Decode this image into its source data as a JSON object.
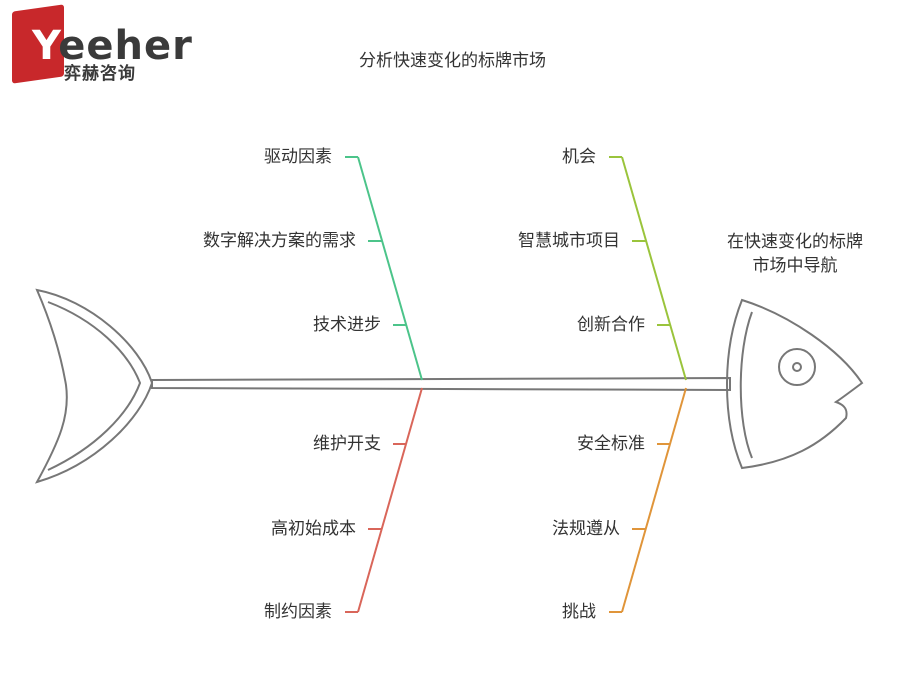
{
  "logo": {
    "wordmark_first": "Y",
    "wordmark_rest": "eeher",
    "subtitle": "弈赫咨询",
    "brand_color": "#c8282b"
  },
  "title": "分析快速变化的标牌市场",
  "head_label_line1": "在快速变化的标牌",
  "head_label_line2": "市场中导航",
  "categories": {
    "drivers": {
      "label": "驱动因素",
      "color": "#4cc48a",
      "items": [
        "数字解决方案的需求",
        "技术进步"
      ]
    },
    "opportunities": {
      "label": "机会",
      "color": "#9ac43c",
      "items": [
        "智慧城市项目",
        "创新合作"
      ]
    },
    "constraints": {
      "label": "制约因素",
      "color": "#d9665a",
      "items": [
        "维护开支",
        "高初始成本"
      ]
    },
    "challenges": {
      "label": "挑战",
      "color": "#e0953a",
      "items": [
        "安全标准",
        "法规遵从"
      ]
    }
  },
  "outline_color": "#777777"
}
